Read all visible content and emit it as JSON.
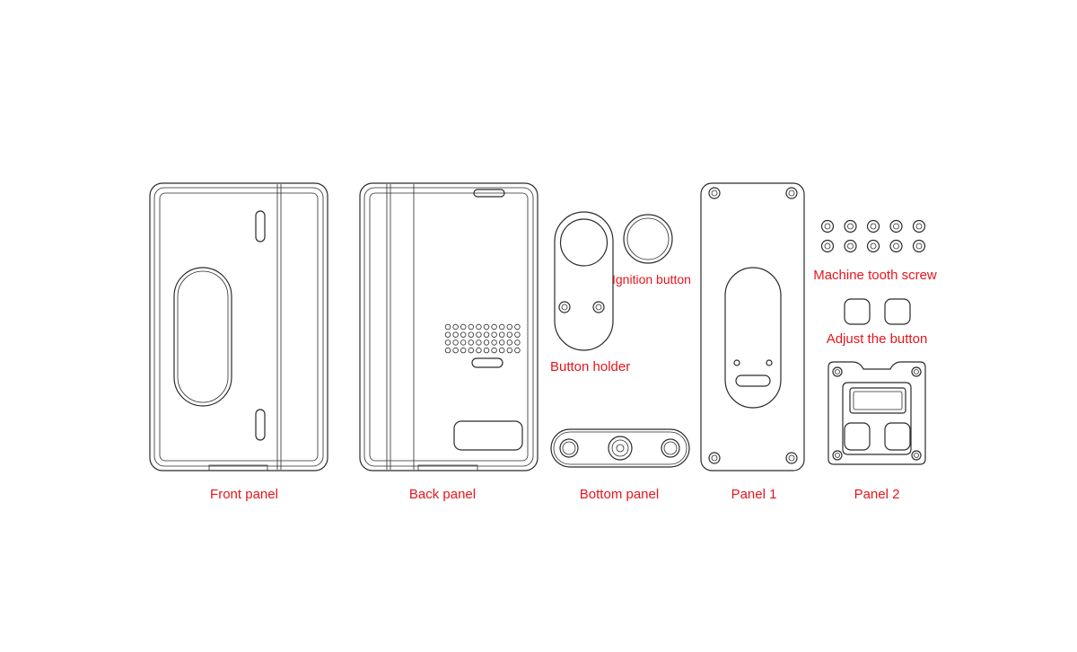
{
  "labels": {
    "front_panel": "Front panel",
    "back_panel": "Back panel",
    "button_holder": "Button holder",
    "ignition_button": "Ignition button",
    "bottom_panel": "Bottom panel",
    "panel_1": "Panel 1",
    "machine_tooth_screw": "Machine tooth screw",
    "adjust_the_button": "Adjust the button",
    "panel_2": "Panel 2"
  },
  "colors": {
    "label": "#e8141c",
    "line": "#2b2b2b",
    "background": "#ffffff"
  }
}
